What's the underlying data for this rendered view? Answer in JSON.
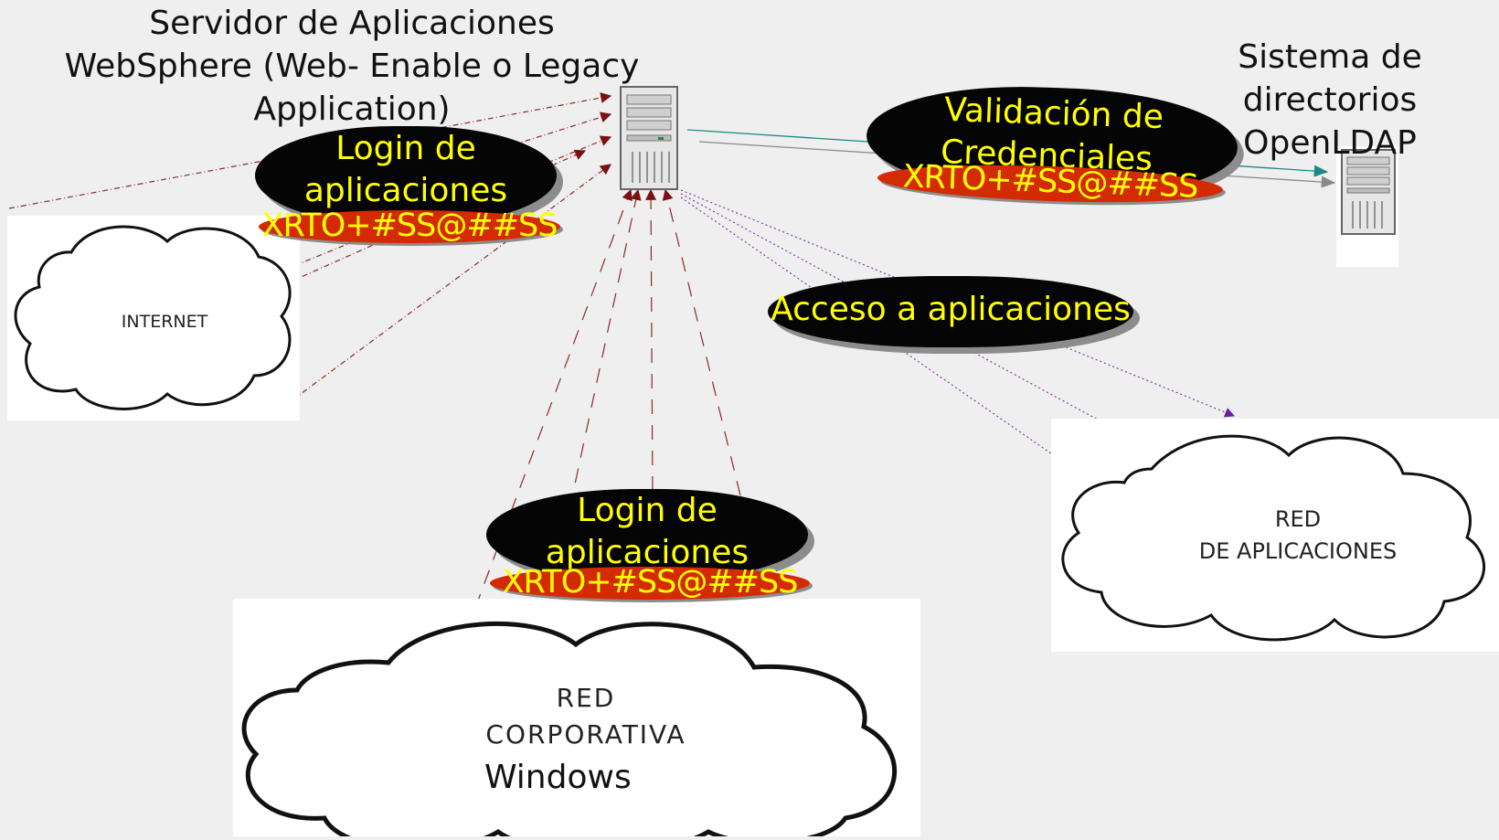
{
  "app_server": {
    "title_lines": [
      "Servidor de Aplicaciones",
      "WebSphere (Web- Enable o Legacy",
      "Application)"
    ]
  },
  "directory": {
    "title_lines": [
      "Sistema de",
      "directorios",
      "OpenLDAP"
    ]
  },
  "bubbles": {
    "login_top": {
      "lines": [
        "Login de",
        "aplicaciones"
      ],
      "token": "XRTO+#SS@##SS"
    },
    "validation": {
      "lines": [
        "Validación de",
        "Credenciales"
      ],
      "token": "XRTO+#SS@##SS"
    },
    "access": {
      "text": "Acceso a aplicaciones"
    },
    "login_bottom": {
      "lines": [
        "Login de",
        "aplicaciones"
      ],
      "token": "XRTO+#SS@##SS"
    }
  },
  "clouds": {
    "internet": {
      "label": "INTERNET"
    },
    "apps": {
      "label_lines": [
        "RED",
        "DE APLICACIONES"
      ]
    },
    "corp": {
      "label_lines": [
        "RED",
        "CORPORATIVA"
      ],
      "sublabel": "Windows"
    }
  },
  "colors": {
    "background": "#efefef",
    "bubble_fill": "#050505",
    "bubble_text": "#ffff00",
    "token_fill": "#d42a00",
    "login_arrow": "#7a1010",
    "access_arrow": "#7a2a9c",
    "validation_arrow": "#1a8a86"
  }
}
